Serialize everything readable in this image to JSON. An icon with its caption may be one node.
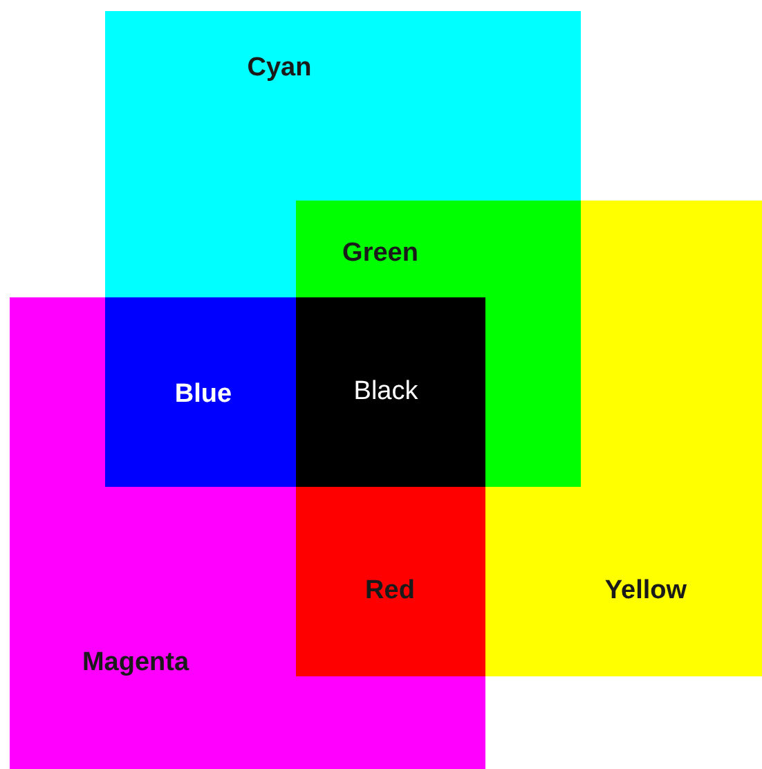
{
  "diagram": {
    "nodes": [
      {
        "text": [
          "Cyan"
        ]
      },
      {
        "text": [
          "Yellow"
        ]
      },
      {
        "text": [
          "Magenta"
        ]
      },
      {
        "text": [
          "Green"
        ]
      },
      {
        "text": [
          "Blue"
        ]
      },
      {
        "text": [
          "Red"
        ]
      },
      {
        "text": [
          "Black"
        ]
      }
    ]
  }
}
